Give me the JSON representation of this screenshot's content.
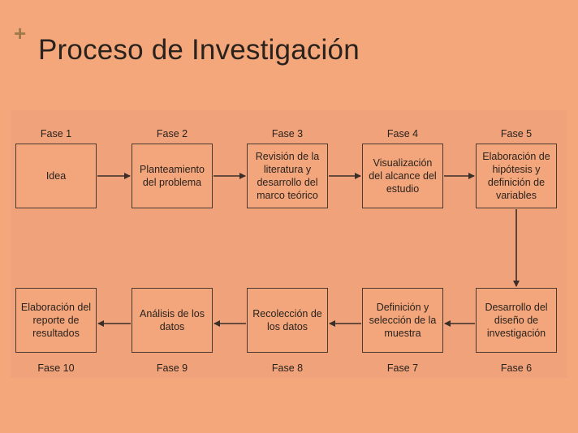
{
  "slide": {
    "title": "Proceso de Investigación",
    "bullet_symbol": "+"
  },
  "phases": [
    {
      "label": "Fase 1",
      "text": "Idea"
    },
    {
      "label": "Fase 2",
      "text": "Planteamiento del problema"
    },
    {
      "label": "Fase 3",
      "text": "Revisión de la literatura y desarrollo del marco teórico"
    },
    {
      "label": "Fase 4",
      "text": "Visualización del alcance del estudio"
    },
    {
      "label": "Fase 5",
      "text": "Elaboración de hipótesis y definición de variables"
    },
    {
      "label": "Fase 6",
      "text": "Desarrollo del diseño de investigación"
    },
    {
      "label": "Fase 7",
      "text": "Definición y selección de la muestra"
    },
    {
      "label": "Fase 8",
      "text": "Recolección de los datos"
    },
    {
      "label": "Fase 9",
      "text": "Análisis de los datos"
    },
    {
      "label": "Fase 10",
      "text": "Elaboración del reporte de resultados"
    }
  ],
  "colors": {
    "background": "#f4a77b",
    "box_border": "#4a3a30",
    "arrow": "#3a2e28"
  }
}
